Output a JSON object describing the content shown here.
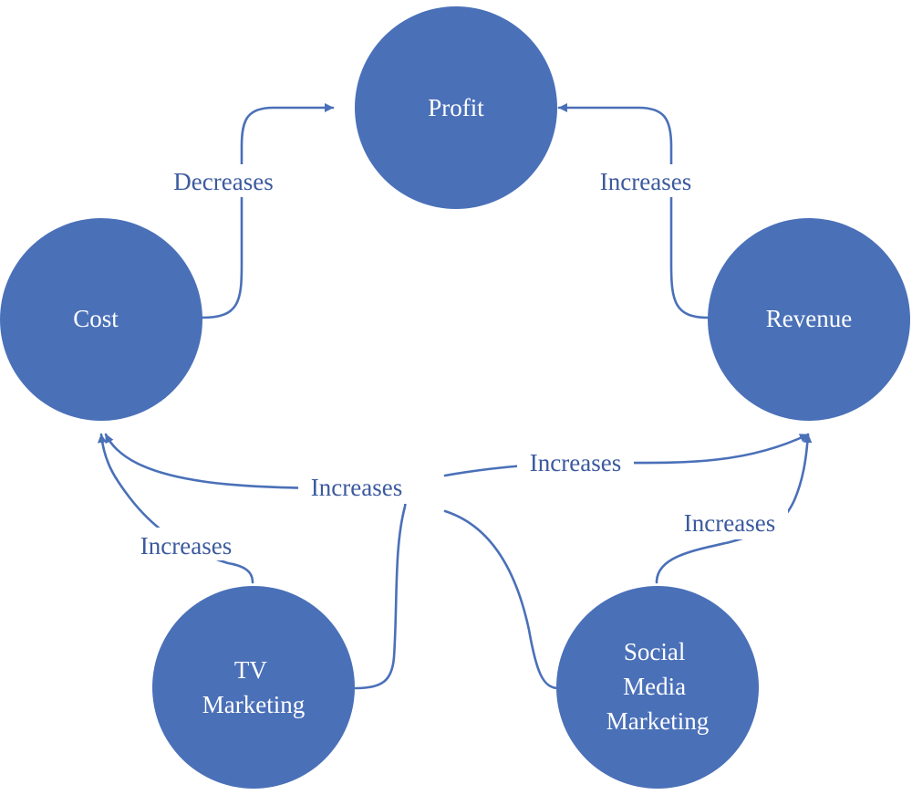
{
  "colors": {
    "node_fill": "#4a70b8",
    "edge_stroke": "#4a70b8",
    "edge_label": "#3c5a9e",
    "node_text": "#ffffff"
  },
  "nodes": {
    "profit": {
      "label": "Profit"
    },
    "cost": {
      "label": "Cost"
    },
    "revenue": {
      "label": "Revenue"
    },
    "tv": {
      "lines": [
        "TV",
        "Marketing"
      ]
    },
    "social": {
      "lines": [
        "Social",
        "Media",
        "Marketing"
      ]
    }
  },
  "edges": {
    "cost_profit": {
      "label": "Decreases"
    },
    "revenue_profit": {
      "label": "Increases"
    },
    "tv_cost": {
      "label": "Increases"
    },
    "mixed_cost": {
      "label": "Increases"
    },
    "mixed_revenue": {
      "label": "Increases"
    },
    "social_revenue": {
      "label": "Increases"
    }
  }
}
